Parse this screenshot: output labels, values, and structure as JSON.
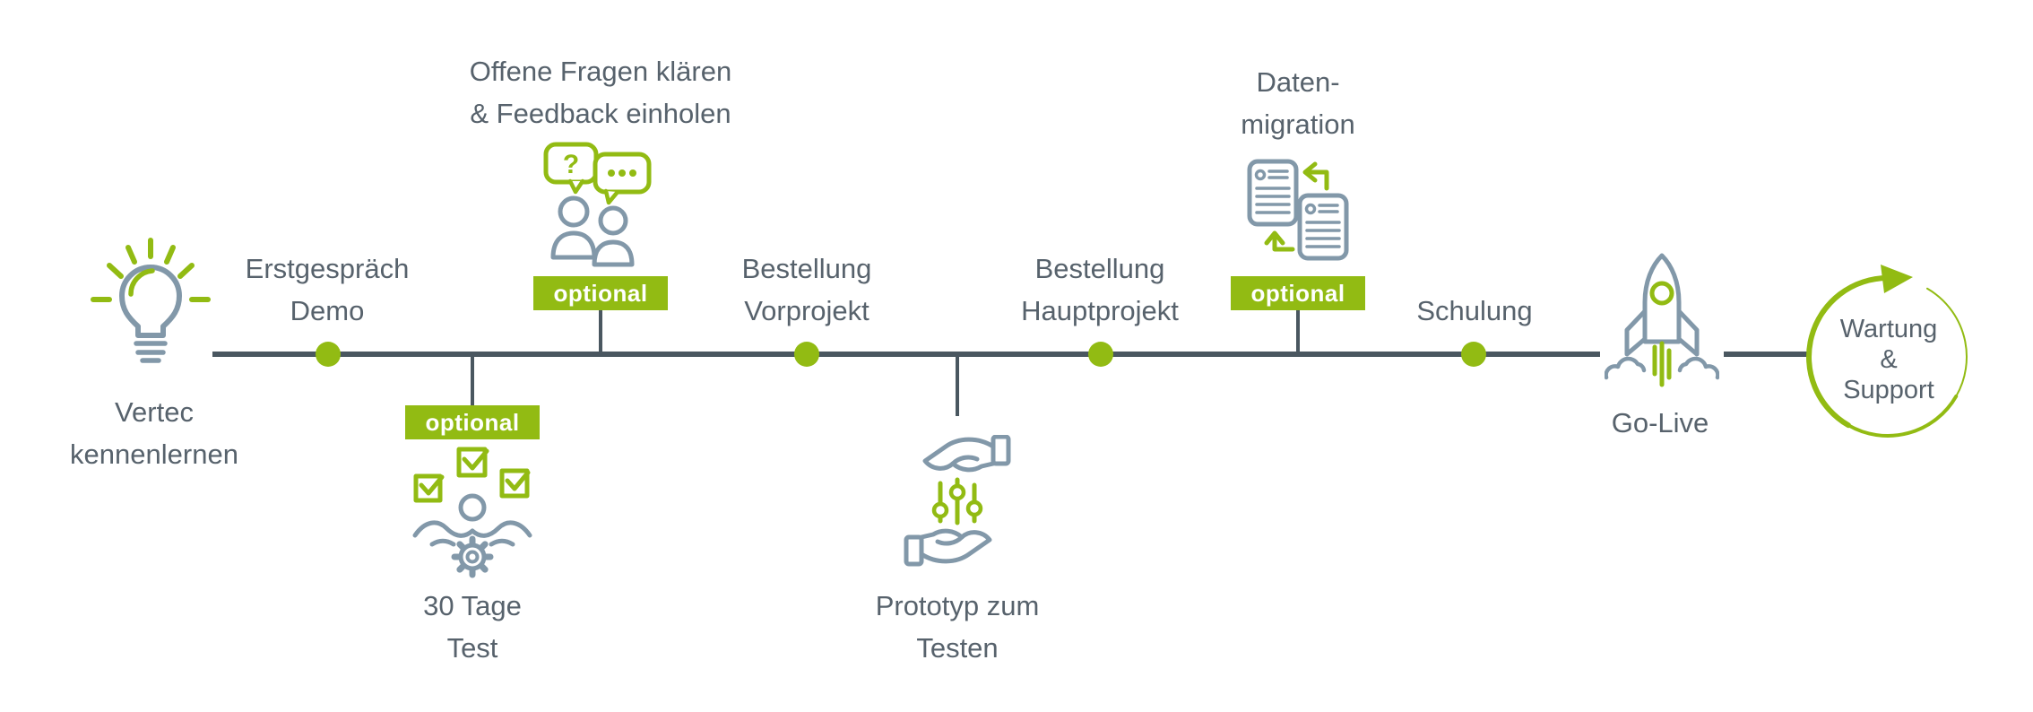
{
  "colors": {
    "accent_green": "#92BB13",
    "text": "#57626C",
    "line": "#4A5760",
    "icon_stroke": "#8298A9",
    "background": "#FFFFFF",
    "badge_text": "#FFFFFF"
  },
  "optional_label": "optional",
  "icons": {
    "question_mark": "?"
  },
  "timeline": {
    "milestones": [
      {
        "id": "vertec-kennenlernen",
        "icon": "lightbulb-idea-icon",
        "label": [
          "Vertec",
          "kennenlernen"
        ]
      },
      {
        "id": "erstgespraech-demo",
        "label": [
          "Erstgespräch",
          "Demo"
        ],
        "dot": true
      },
      {
        "id": "30-tage-test",
        "label": [
          "30 Tage",
          "Test"
        ],
        "optional": true,
        "branch": "below",
        "icon": "checklist-person-gear-icon"
      },
      {
        "id": "offene-fragen-feedback",
        "label": [
          "Offene Fragen klären",
          "& Feedback einholen"
        ],
        "optional": true,
        "branch": "above",
        "icon": "question-feedback-chat-people-icon"
      },
      {
        "id": "bestellung-vorprojekt",
        "label": [
          "Bestellung",
          "Vorprojekt"
        ],
        "dot": true
      },
      {
        "id": "prototyp-zum-testen",
        "label": [
          "Prototyp zum",
          "Testen"
        ],
        "branch": "below",
        "icon": "hands-sliders-icon"
      },
      {
        "id": "bestellung-hauptprojekt",
        "label": [
          "Bestellung",
          "Hauptprojekt"
        ],
        "dot": true
      },
      {
        "id": "datenmigration",
        "label": [
          "Daten-",
          "migration"
        ],
        "optional": true,
        "branch": "above",
        "icon": "document-exchange-icon"
      },
      {
        "id": "schulung",
        "label": [
          "Schulung"
        ],
        "dot": true
      },
      {
        "id": "go-live",
        "label": [
          "Go-Live"
        ],
        "icon": "rocket-launch-icon"
      },
      {
        "id": "wartung-support",
        "label": [
          "Wartung",
          "&",
          "Support"
        ],
        "icon": "circular-arrow-loop-icon"
      }
    ]
  }
}
